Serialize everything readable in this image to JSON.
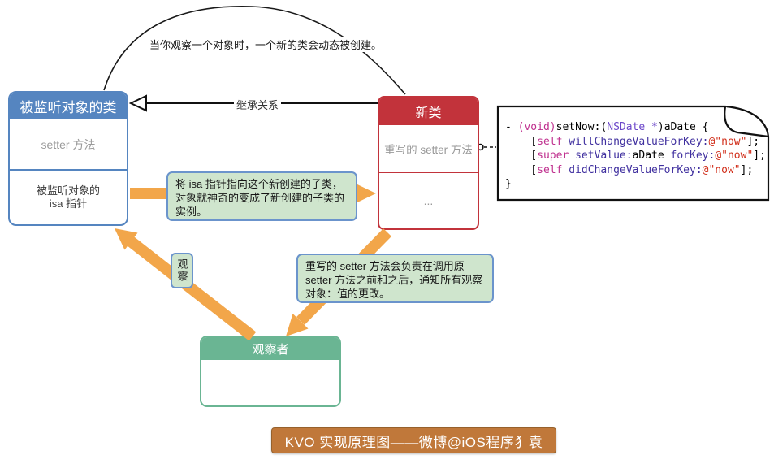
{
  "colors": {
    "blue": "#5585c0",
    "red": "#c2333b",
    "green": "#6ab593",
    "orange": "#f2a64a",
    "note-fill": "#cfe5cd",
    "note-border": "#6b94cc",
    "title-fill": "#c0783a",
    "title-border": "#96612c",
    "code-keyword": "#bf2f8e",
    "code-method": "#40309f",
    "code-type": "#6b46c9",
    "code-string": "#d12f1b"
  },
  "top_note": "当你观察一个对象时，一个新的类会动态被创建。",
  "observed_class_box": {
    "title": "被监听对象的类",
    "row1": "setter 方法",
    "row2_line1": "被监听对象的",
    "row2_line2": "isa 指针"
  },
  "new_class_box": {
    "title": "新类",
    "row1": "重写的 setter 方法",
    "row2": "..."
  },
  "observer_box": {
    "title": "观察者"
  },
  "labels": {
    "inheritance": "继承关系",
    "observe": "观察",
    "isa_note": "将 isa 指针指向这个新创建的子类，对象就神奇的变成了新创建的子类的实例。",
    "setter_note": "重写的 setter 方法会负责在调用原 setter 方法之前和之后，通知所有观察对象：值的更改。"
  },
  "title_bar": "KVO 实现原理图——微博@iOS程序犭袁",
  "code": {
    "lines": [
      [
        {
          "t": "- ",
          "c": "p"
        },
        {
          "t": "(void)",
          "c": "k"
        },
        {
          "t": "setNow:(",
          "c": "p"
        },
        {
          "t": "NSDate *",
          "c": "t"
        },
        {
          "t": ")aDate {",
          "c": "p"
        }
      ],
      [
        {
          "t": "    [",
          "c": "p"
        },
        {
          "t": "self",
          "c": "k"
        },
        {
          "t": " ",
          "c": "p"
        },
        {
          "t": "willChangeValueForKey:",
          "c": "m"
        },
        {
          "t": "@\"now\"",
          "c": "s"
        },
        {
          "t": "];",
          "c": "p"
        }
      ],
      [
        {
          "t": "    [",
          "c": "p"
        },
        {
          "t": "super",
          "c": "k"
        },
        {
          "t": " ",
          "c": "p"
        },
        {
          "t": "setValue:",
          "c": "m"
        },
        {
          "t": "aDate ",
          "c": "p"
        },
        {
          "t": "forKey:",
          "c": "m"
        },
        {
          "t": "@\"now\"",
          "c": "s"
        },
        {
          "t": "];",
          "c": "p"
        }
      ],
      [
        {
          "t": "    [",
          "c": "p"
        },
        {
          "t": "self",
          "c": "k"
        },
        {
          "t": " ",
          "c": "p"
        },
        {
          "t": "didChangeValueForKey:",
          "c": "m"
        },
        {
          "t": "@\"now\"",
          "c": "s"
        },
        {
          "t": "];",
          "c": "p"
        }
      ],
      [
        {
          "t": "}",
          "c": "p"
        }
      ]
    ]
  }
}
